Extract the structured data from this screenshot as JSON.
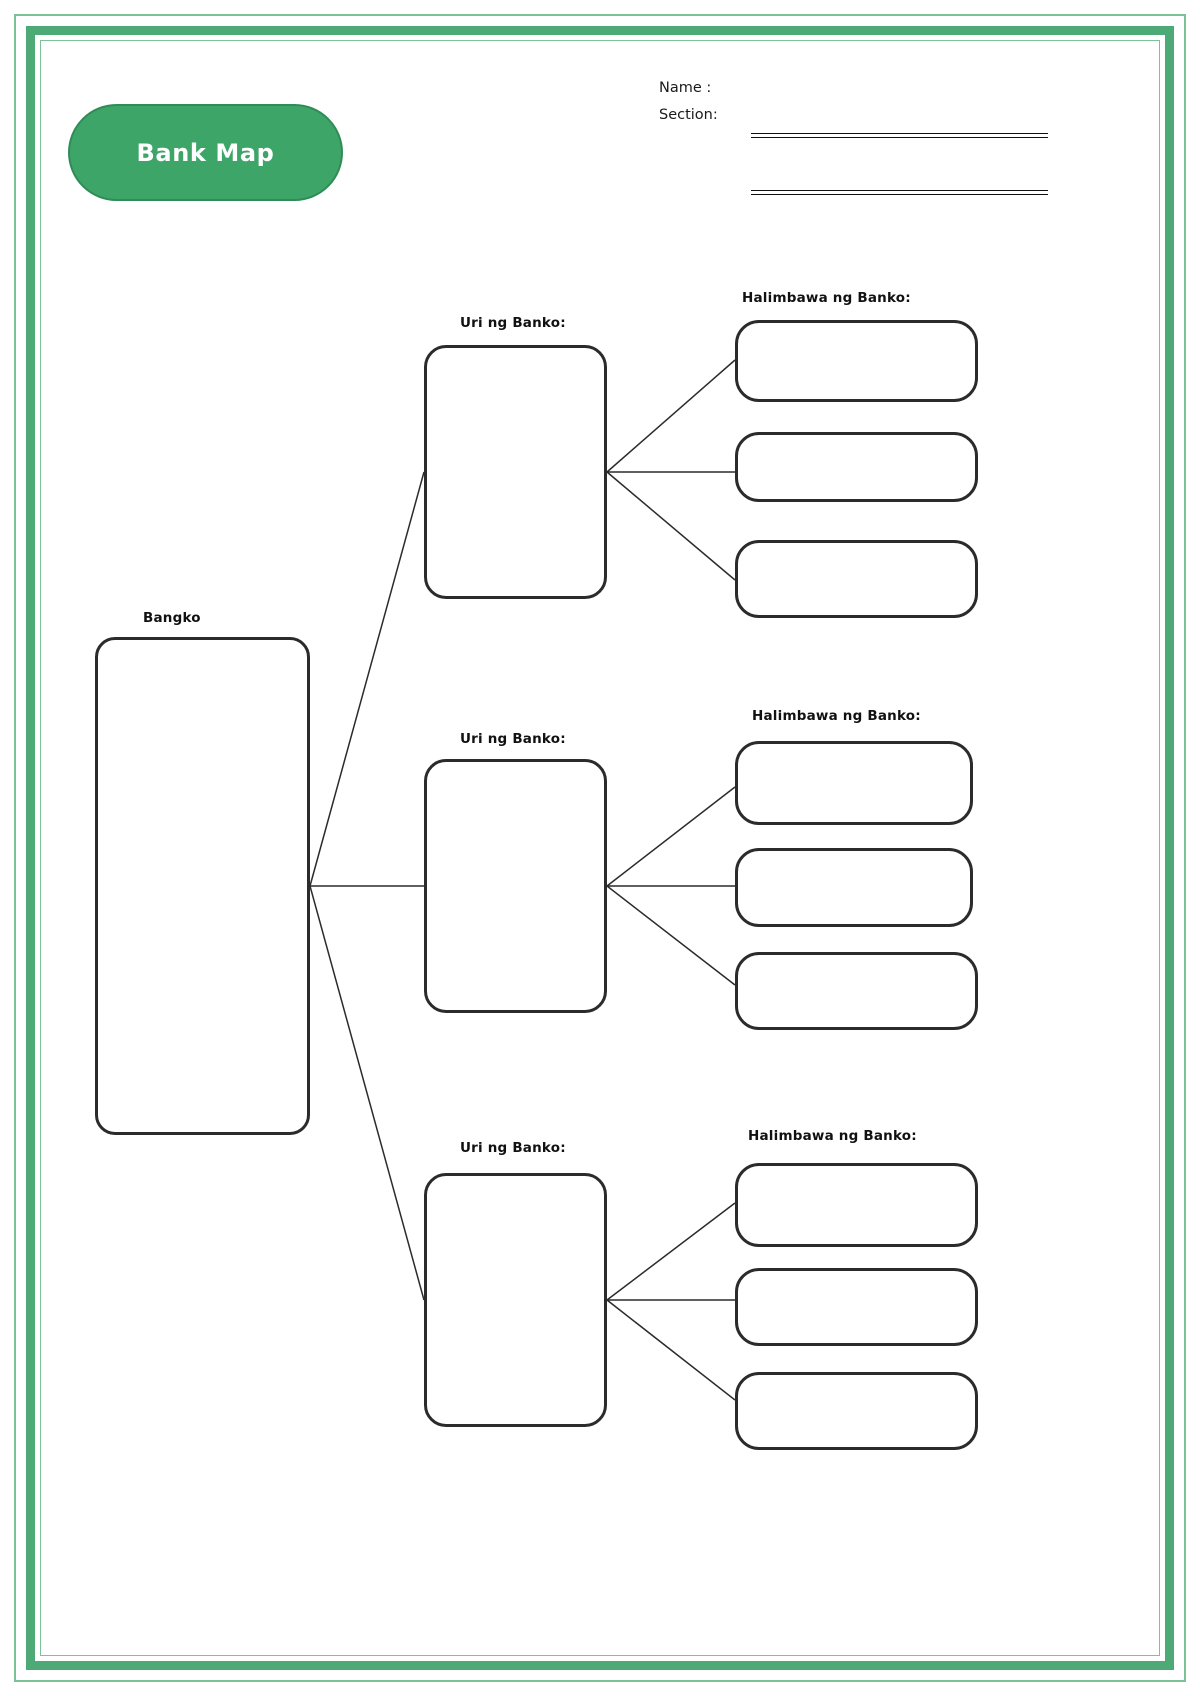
{
  "page": {
    "title": "Bank Map",
    "border_color_outer": "#7cc298",
    "border_color_inner": "#4daa77",
    "accent_color": "#3ea569"
  },
  "header": {
    "title_label": "Bank Map",
    "name_label": "Name :",
    "section_label": "Section:"
  },
  "diagram": {
    "type": "tree-graphic-organizer",
    "root": {
      "label": "Bangko",
      "value": ""
    },
    "branches": [
      {
        "label": "Uri ng Banko:",
        "value": "",
        "examples_label": "Halimbawa ng Banko:",
        "examples": [
          {
            "value": ""
          },
          {
            "value": ""
          },
          {
            "value": ""
          }
        ]
      },
      {
        "label": "Uri ng Banko:",
        "value": "",
        "examples_label": "Halimbawa ng Banko:",
        "examples": [
          {
            "value": ""
          },
          {
            "value": ""
          },
          {
            "value": ""
          }
        ]
      },
      {
        "label": "Uri ng Banko:",
        "value": "",
        "examples_label": "Halimbawa ng Banko:",
        "examples": [
          {
            "value": ""
          },
          {
            "value": ""
          },
          {
            "value": ""
          }
        ]
      }
    ]
  }
}
